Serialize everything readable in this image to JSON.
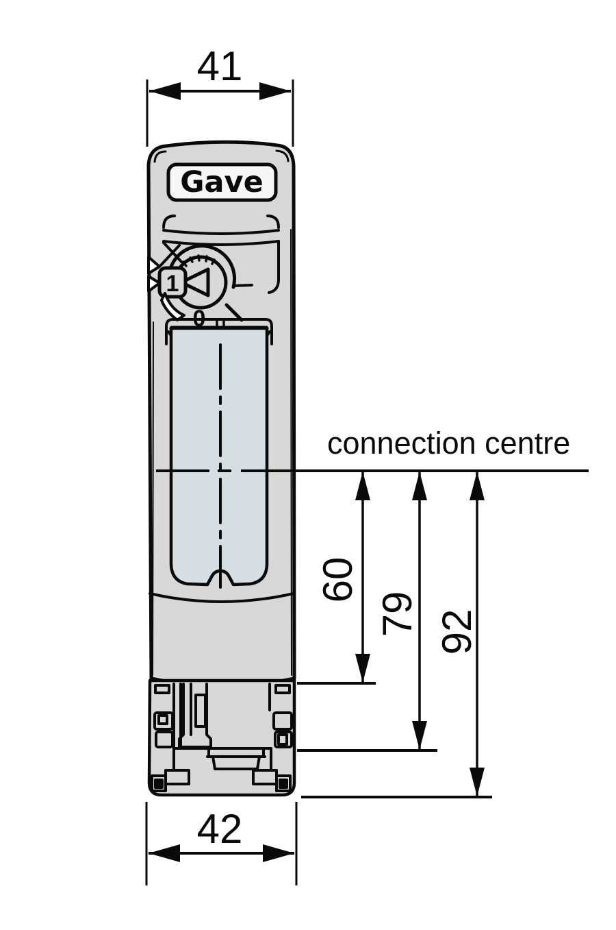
{
  "labels": {
    "width_top": "41",
    "width_bottom": "42",
    "dim_60": "60",
    "dim_79": "79",
    "dim_92": "92",
    "connection_centre": "connection centre"
  },
  "device": {
    "brand": "Gave",
    "dial_position_on": "1",
    "dial_position_off": "0"
  },
  "colors": {
    "line": "#0a0a0a",
    "body_fill": "#d8d8d8",
    "window_fill": "#d5dee3",
    "plate_fill": "#f6f6f6",
    "background": "#ffffff"
  }
}
